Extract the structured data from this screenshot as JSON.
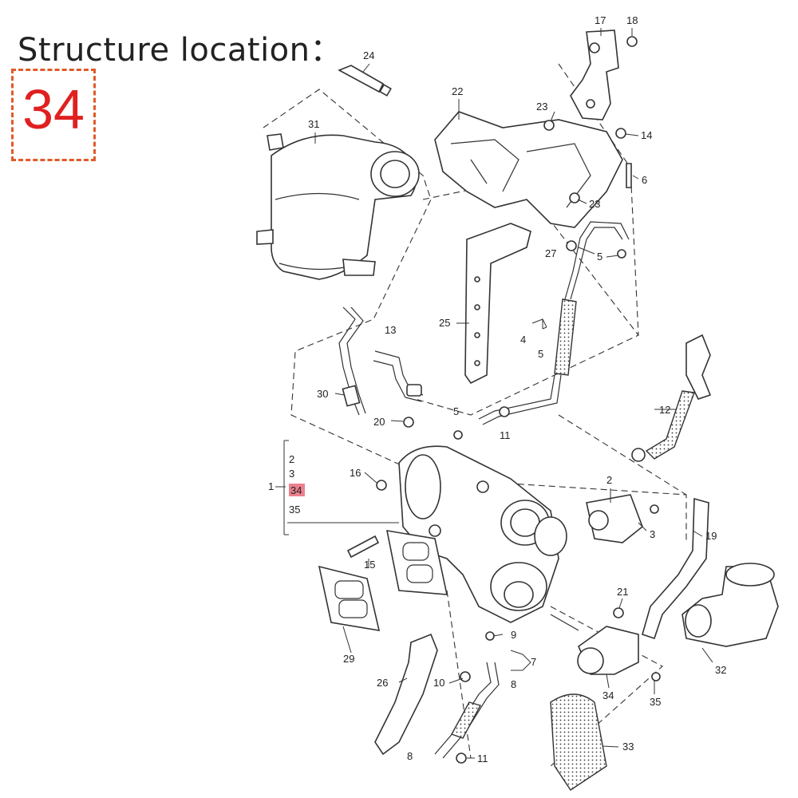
{
  "title": "Structure location：",
  "location_number": "34",
  "highlight_color": "#e02020",
  "callouts": {
    "p1": "1",
    "p2a": "2",
    "p2b": "2",
    "p3a": "3",
    "p3b": "3",
    "p34a": "34",
    "p35a": "35",
    "p4": "4",
    "p5a": "5",
    "p5b": "5",
    "p5c": "5",
    "p6": "6",
    "p7": "7",
    "p8a": "8",
    "p8b": "8",
    "p9": "9",
    "p10": "10",
    "p11a": "11",
    "p11b": "11",
    "p12": "12",
    "p13": "13",
    "p14": "14",
    "p15": "15",
    "p16": "16",
    "p17": "17",
    "p18": "18",
    "p19": "19",
    "p20": "20",
    "p21": "21",
    "p22": "22",
    "p23a": "23",
    "p23b": "23",
    "p24": "24",
    "p25": "25",
    "p26": "26",
    "p27": "27",
    "p29": "29",
    "p30": "30",
    "p31": "31",
    "p32": "32",
    "p33": "33",
    "p34b": "34",
    "p35b": "35"
  }
}
